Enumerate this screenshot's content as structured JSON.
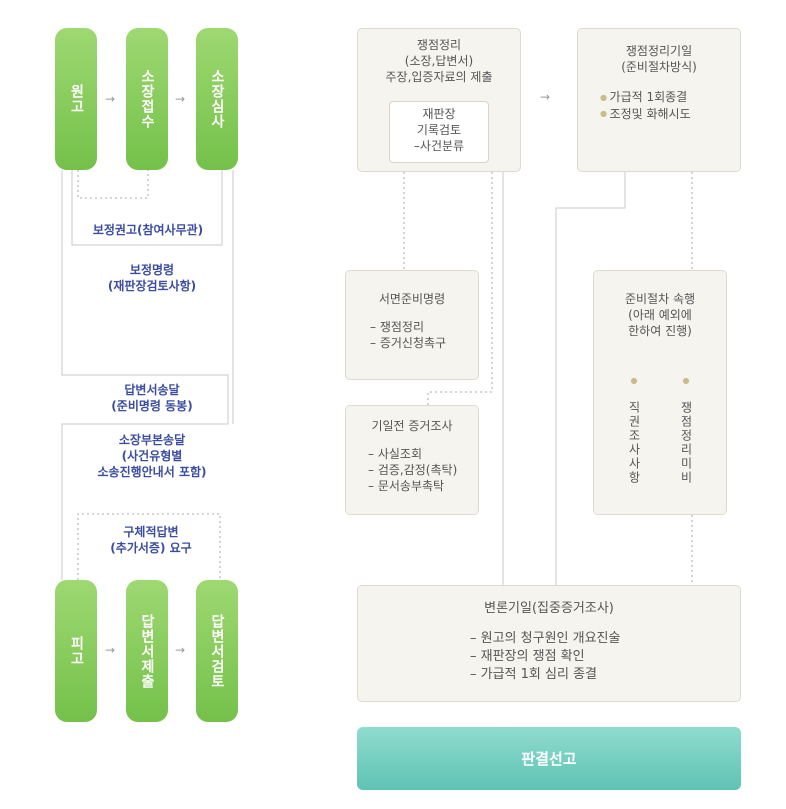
{
  "plaintiff_flow": {
    "plaintiff": "원고",
    "complaint_receipt": "소장접수",
    "complaint_review": "소장심사"
  },
  "left_labels": {
    "correction_advice": "보정권고(참여사무관)",
    "correction_order": "보정명령\n(재판장검토사항)",
    "answer_delivery": "답변서송달\n(준비명령 동봉)",
    "complaint_copy_delivery": "소장부본송달\n(사건유형별\n소송진행안내서 포함)",
    "specific_answer": "구체적답변\n(추가서증) 요구"
  },
  "defendant_flow": {
    "defendant": "피고",
    "answer_submission": "답변서제출",
    "answer_review": "답변서검토"
  },
  "issue_box": {
    "title": "쟁점정리\n(소장,답변서)\n주장,입증자료의 제출",
    "inner": "재판장\n기록검토\n–사건분류"
  },
  "issue_date_box": {
    "title": "쟁점정리기일\n(준비절차방식)",
    "items": [
      "가급적 1회종결",
      "조정및 화해시도"
    ]
  },
  "written_prep_box": {
    "title": "서면준비명령",
    "items": [
      "쟁점정리",
      "증거신청촉구"
    ]
  },
  "pre_evidence_box": {
    "title": "기일전 증거조사",
    "items": [
      "사실조회",
      "검증,감정(촉탁)",
      "문서송부촉탁"
    ]
  },
  "prep_proc_box": {
    "title": "준비절차 속행\n(아래 예외에\n한하여 진행)",
    "col1": "직권조사사항",
    "col2": "쟁점정리미비"
  },
  "hearing_box": {
    "title": "변론기일(집중증거조사)",
    "items": [
      "원고의 청구원인 개요진술",
      "재판장의 쟁점 확인",
      "가급적 1회 심리 종결"
    ]
  },
  "verdict": "판결선고",
  "colors": {
    "pill_green": "#7ec454",
    "verdict_teal": "#6ccabc",
    "label_blue": "#3b4da0",
    "box_beige": "#f6f4ef"
  },
  "icons": {
    "flow_arrow": "arrow-right-icon"
  }
}
